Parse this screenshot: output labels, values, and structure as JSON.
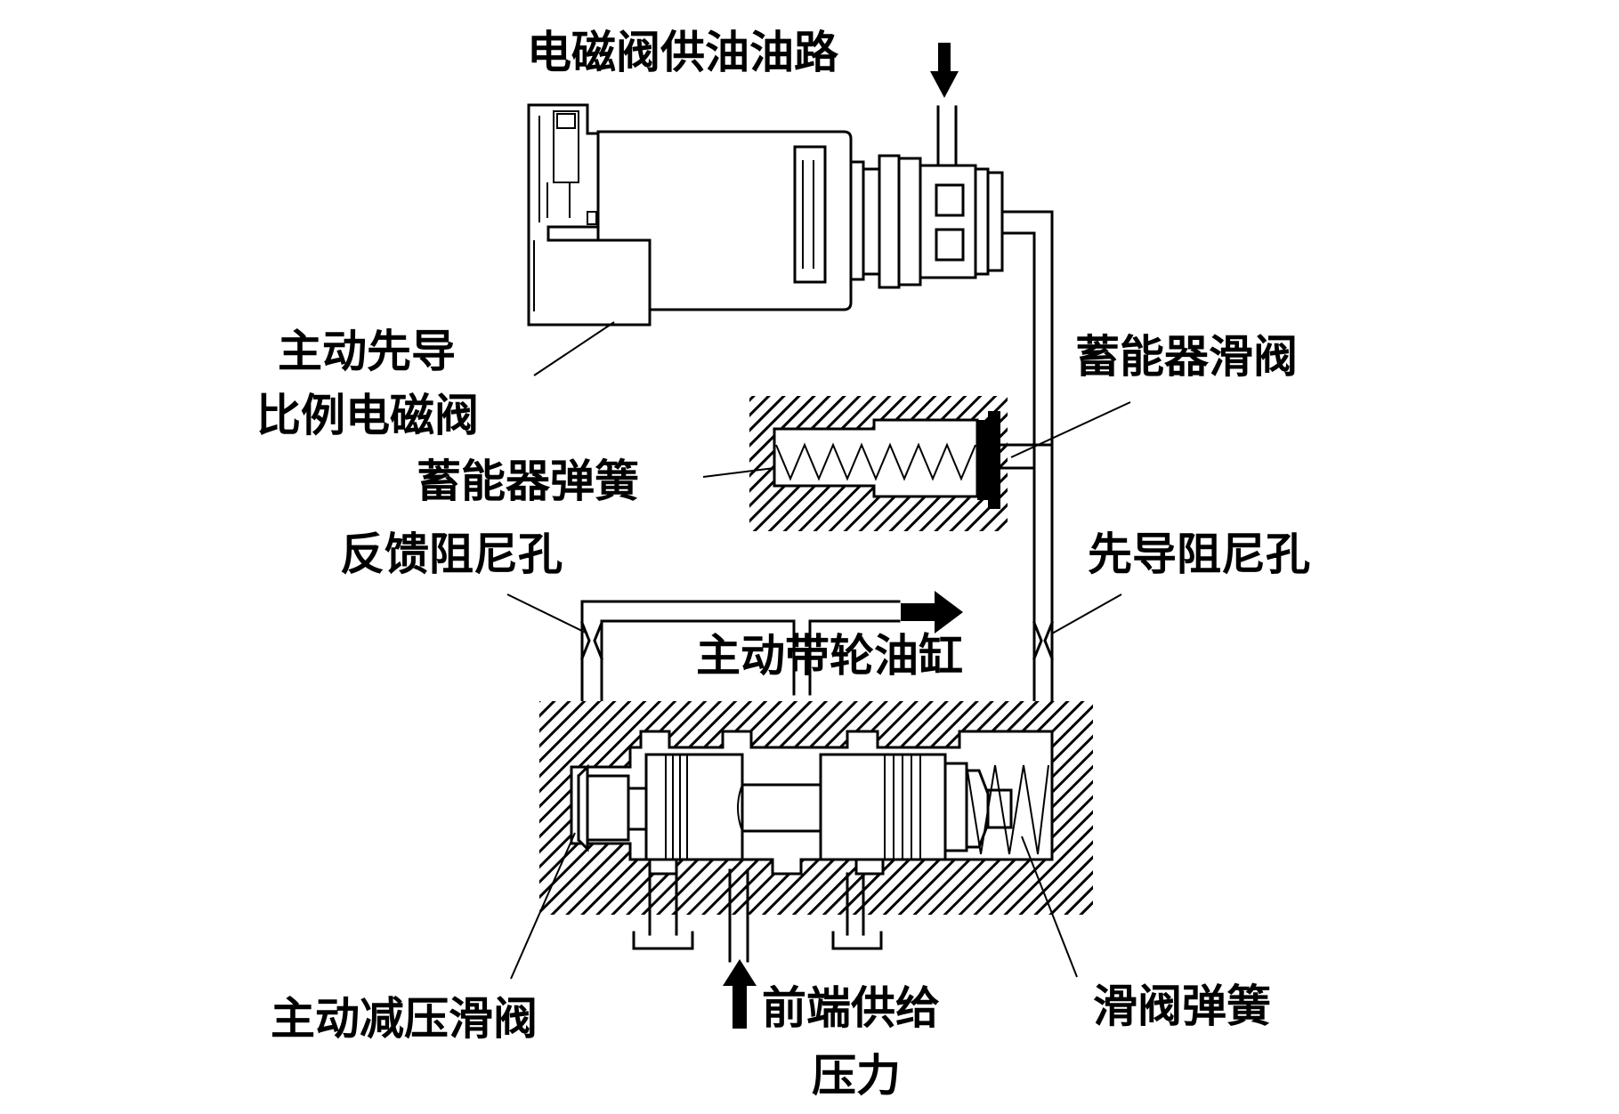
{
  "labels": {
    "solenoid_supply": "电磁阀供油油路",
    "pilot_solenoid_line1": "主动先导",
    "pilot_solenoid_line2": "比例电磁阀",
    "accumulator_valve": "蓄能器滑阀",
    "accumulator_spring": "蓄能器弹簧",
    "feedback_orifice": "反馈阻尼孔",
    "pilot_orifice": "先导阻尼孔",
    "primary_cylinder": "主动带轮油缸",
    "reducing_valve": "主动减压滑阀",
    "supply_pressure_line1": "前端供给",
    "supply_pressure_line2": "压力",
    "spool_spring": "滑阀弹簧"
  },
  "colors": {
    "ink": "#000000",
    "background": "#ffffff"
  }
}
